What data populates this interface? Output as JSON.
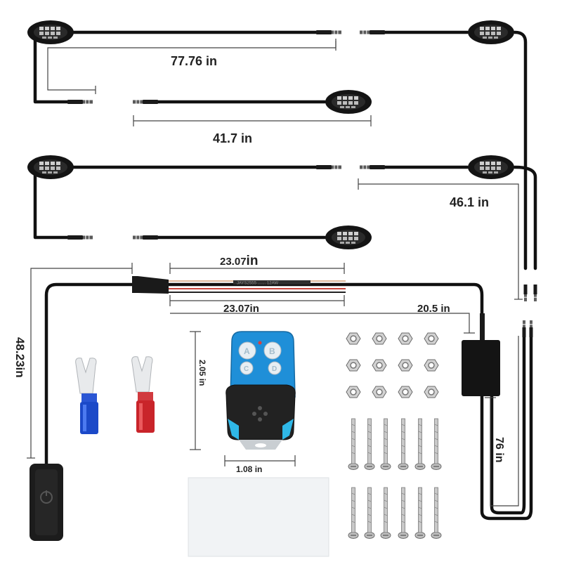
{
  "dimensions": {
    "top_left_wire": "77.76 in",
    "middle_wire": "41.7 in",
    "right_wire": "46.1 in",
    "switch_wire": "48.23in",
    "harness_upper_a": "23.07",
    "harness_upper_b": "in",
    "harness_lower": "23.07in",
    "control_box_wire": "20.5 in",
    "box_to_connector": "76 in",
    "remote_height": "2.05 in",
    "remote_width": "1.08 in"
  },
  "remote": {
    "buttons": [
      "A",
      "B",
      "C",
      "D"
    ]
  },
  "harness_print": "JAYS2555 ....... 12AW",
  "hardware": {
    "nuts": 12,
    "screws": 12,
    "pod_lights": 6
  },
  "colors": {
    "wire": "#111111",
    "remote_body": "#1f8fd8",
    "red_wire": "#c8443c",
    "terminal_blue": "#1b49c8",
    "terminal_red": "#c9242a"
  }
}
